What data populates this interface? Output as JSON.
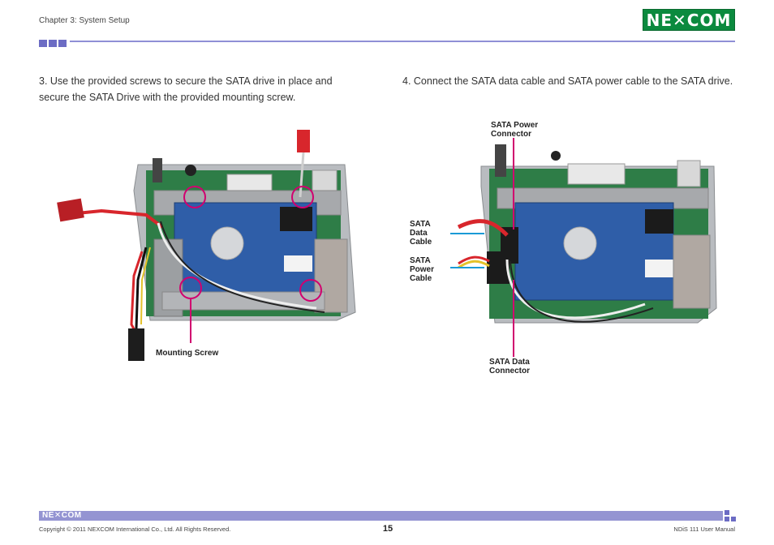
{
  "header": {
    "chapter": "Chapter 3: System Setup",
    "logo_text": "NE✕COM",
    "colors": {
      "logo_green": "#0b8a3e",
      "rule_purple": "#8f8fd6",
      "callout_magenta": "#d1006f",
      "callout_blue": "#1a9ad6"
    }
  },
  "steps": {
    "step3": "3. Use the provided screws to secure the SATA drive in place and secure the SATA Drive with the provided mounting screw.",
    "step4": "4. Connect the SATA data cable and SATA power cable to the SATA drive."
  },
  "figure1": {
    "mounting_screw_label": "Mounting Screw"
  },
  "figure2": {
    "power_connector_label_1": "SATA Power",
    "power_connector_label_2": "Connector",
    "data_cable_label_1": "SATA",
    "data_cable_label_2": "Data",
    "data_cable_label_3": "Cable",
    "power_cable_label_1": "SATA",
    "power_cable_label_2": "Power",
    "power_cable_label_3": "Cable",
    "data_connector_label_1": "SATA Data",
    "data_connector_label_2": "Connector"
  },
  "footer": {
    "logo_text": "NE✕COM",
    "copyright": "Copyright © 2011 NEXCOM International Co., Ltd. All Rights Reserved.",
    "page_number": "15",
    "manual_name": "NDiS 111 User Manual"
  }
}
